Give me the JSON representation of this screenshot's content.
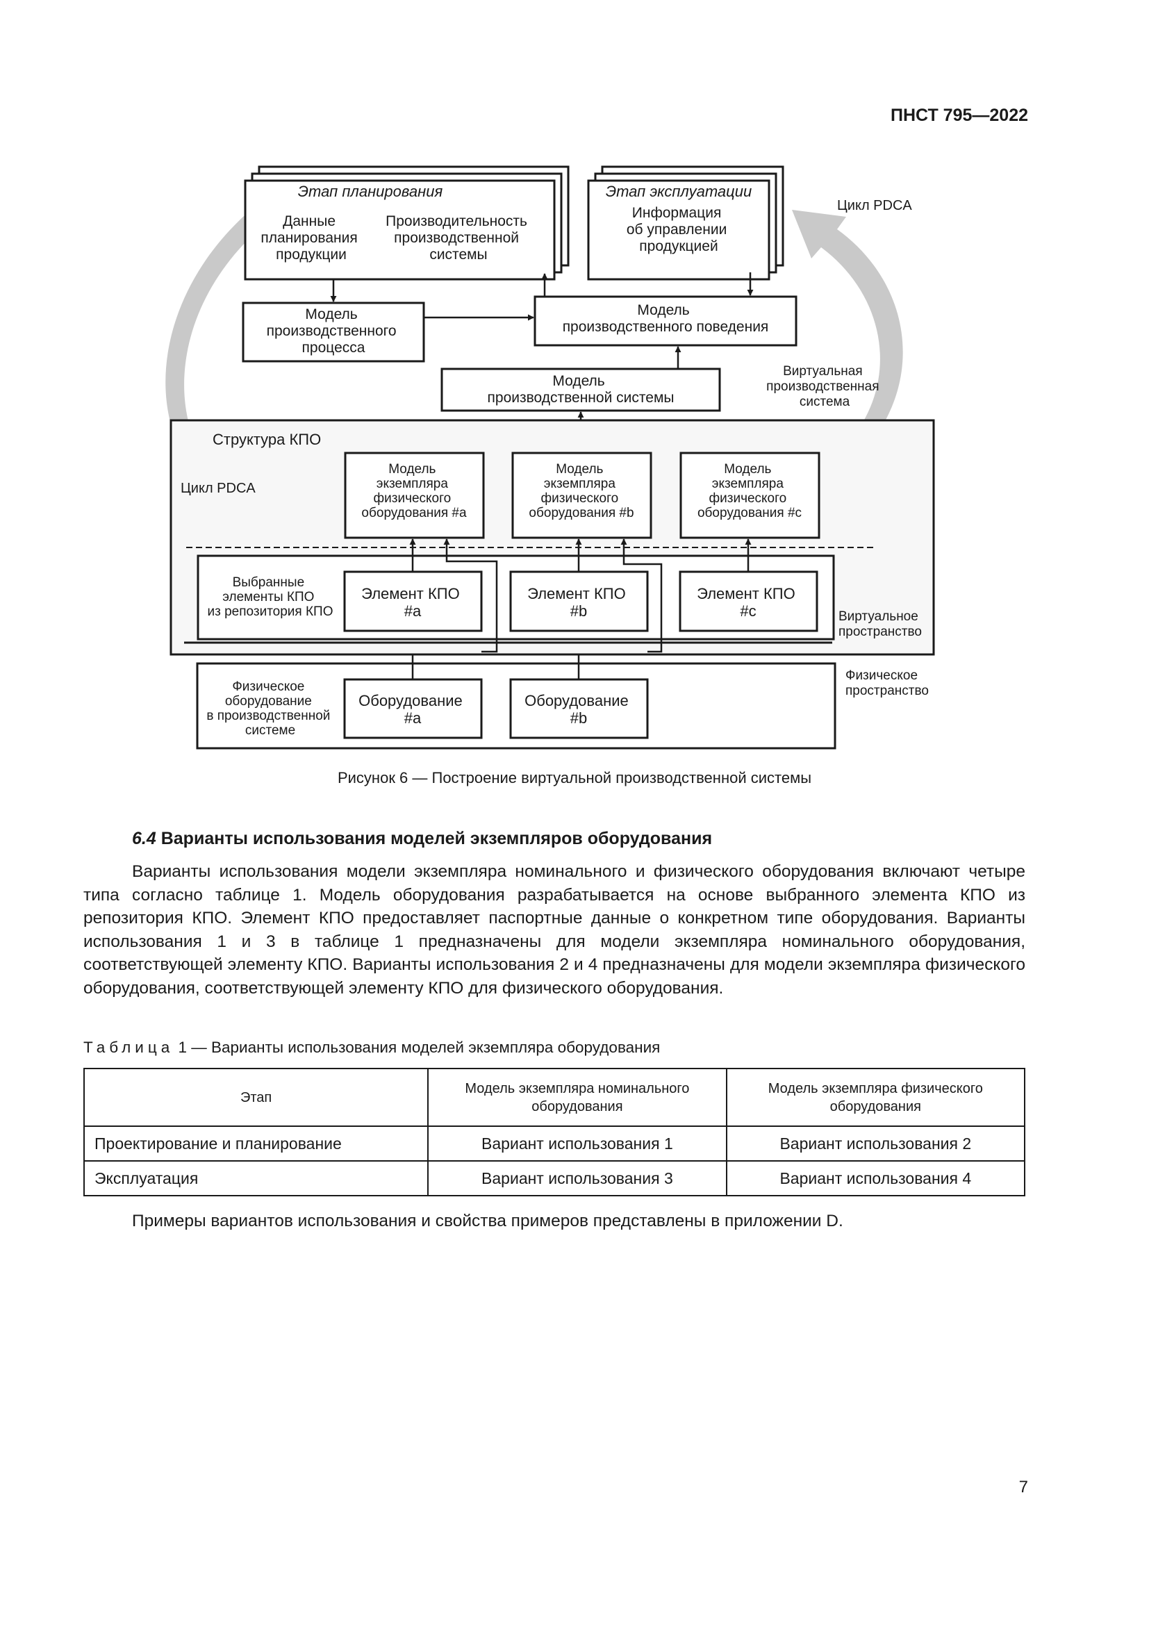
{
  "header": {
    "doc_id": "ПНСТ 795—2022"
  },
  "figure": {
    "planning": {
      "title": "Этап планирования",
      "left": [
        "Данные",
        "планирования",
        "продукции"
      ],
      "right": [
        "Производительность",
        "производственной",
        "системы"
      ]
    },
    "operation": {
      "title": "Этап эксплуатации",
      "body": [
        "Информация",
        "об управлении",
        "продукцией"
      ]
    },
    "pdca_top": "Цикл PDCA",
    "pdca_left": "Цикл PDCA",
    "process_model": [
      "Модель",
      "производственного",
      "процесса"
    ],
    "behavior_model": [
      "Модель",
      "производственного поведения"
    ],
    "system_model": [
      "Модель",
      "производственной системы"
    ],
    "virtual_system_label": [
      "Виртуальная",
      "производственная",
      "система"
    ],
    "cpo_structure": "Структура КПО",
    "instance_models": [
      [
        "Модель",
        "экземпляра",
        "физического",
        "оборудования #a"
      ],
      [
        "Модель",
        "экземпляра",
        "физического",
        "оборудования #b"
      ],
      [
        "Модель",
        "экземпляра",
        "физического",
        "оборудования #c"
      ]
    ],
    "selected_label": [
      "Выбранные",
      "элементы КПО",
      "из репозитория КПО"
    ],
    "cpo_elements": [
      [
        "Элемент КПО",
        "#a"
      ],
      [
        "Элемент КПО",
        "#b"
      ],
      [
        "Элемент КПО",
        "#c"
      ]
    ],
    "virtual_space": [
      "Виртуальное",
      "пространство"
    ],
    "physical_label": [
      "Физическое",
      "оборудование",
      "в производственной",
      "системе"
    ],
    "equipment": [
      [
        "Оборудование",
        "#a"
      ],
      [
        "Оборудование",
        "#b"
      ]
    ],
    "physical_space": [
      "Физическое",
      "пространство"
    ]
  },
  "caption": "Рисунок 6 — Построение виртуальной производственной системы",
  "section": {
    "number": "6.4",
    "title": "Варианты использования моделей экземпляров оборудования"
  },
  "body_text": "Варианты использования модели экземпляра номинального и физического оборудования включают четыре типа согласно таблице 1. Модель оборудования разрабатывается на основе выбранного элемента КПО из репозитория КПО. Элемент КПО предоставляет паспортные данные о конкретном типе оборудования. Варианты использования 1 и 3 в таблице 1 предназначены для модели экземпляра номинального оборудования, соответствующей элементу КПО. Варианты использования 2 и 4 предназначены для модели экземпляра физического оборудования, соответствующей элементу КПО для физического оборудования.",
  "table": {
    "label": "Таблица",
    "title": "1 — Варианты использования моделей экземпляра оборудования",
    "headers": [
      "Этап",
      "Модель экземпляра номинального оборудования",
      "Модель экземпляра физического оборудования"
    ],
    "rows": [
      [
        "Проектирование и планирование",
        "Вариант использования 1",
        "Вариант использования 2"
      ],
      [
        "Эксплуатация",
        "Вариант использования 3",
        "Вариант использования 4"
      ]
    ]
  },
  "closing_text": "Примеры вариантов использования и свойства примеров представлены в приложении D.",
  "page_number": "7"
}
